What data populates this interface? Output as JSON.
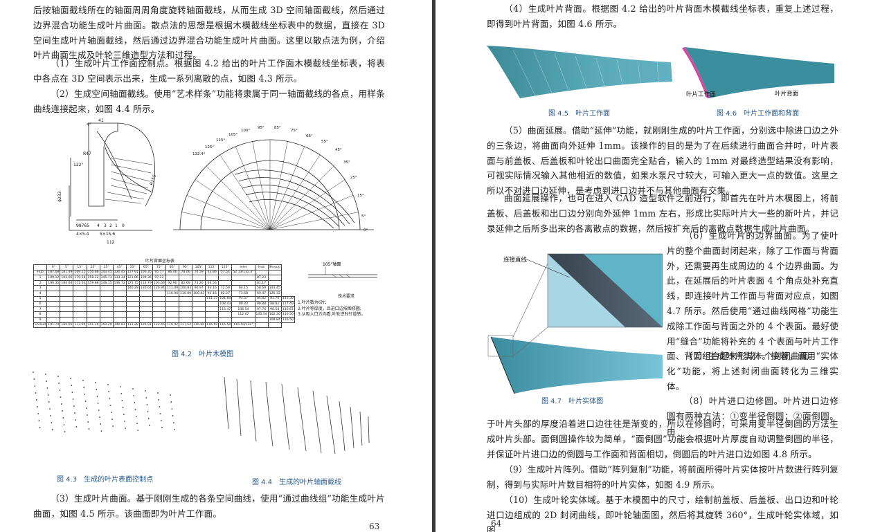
{
  "left_page": {
    "paragraphs": [
      "后按轴面截线所在的轴面周周角度旋转轴面截线，从而生成 3D 空间轴面截线，然后通过边界混合功能生成叶片曲面。散点法的思想是根据木模截线坐标表中的数据，直接在 3D 空间生成叶片轴面截线，然后通过边界混合功能生成叶片曲面。这里以散点法为例，介绍叶片曲面生成及叶轮三维造型方法和过程。",
      "（1）生成叶片工作面控制点。根据图 4.2 给出的叶片工作面木模截线坐标表，将表中各点在 3D 空间表示出来，生成一系列离散的点，如图 4.3 所示。",
      "（2）生成空间轴面截线。使用“艺术样条”功能将隶属于同一轴面截线的各点，用样条曲线连接起来，如图 4.4 所示。",
      "（3）生成叶片曲面。基于刚刚生成的各条空间曲线，使用“通过曲线组”功能生成叶片曲面，如图 4.5 所示。该曲面即为叶片工作面。"
    ],
    "fig42_caption": "图 4.2　叶片木模图",
    "fig43_caption": "图 4.3　生成的叶片表面控制点",
    "fig44_caption": "图 4.4　生成的叶片轴面截线",
    "page_number": "63",
    "drawing": {
      "dims_left": [
        "41",
        "4°",
        "R47",
        "122°",
        "ϕ233",
        "R155",
        "98765",
        "4",
        "3",
        "2",
        "1",
        "0",
        "4×5.4",
        "5×15.6",
        "112"
      ],
      "angles": [
        "0°",
        "5°",
        "15°",
        "25°",
        "35°",
        "45°",
        "55°",
        "65°",
        "75°",
        "85°",
        "95°",
        "100°",
        "105°",
        "115°",
        "125°",
        "132.4°"
      ],
      "plane_label": "105°轴面"
    },
    "table": {
      "title": "叶片背面坐标表",
      "header": [
        "",
        "0°",
        "5°",
        "15°",
        "25°",
        "35°",
        "45°",
        "55°",
        "65°",
        "75°",
        "85°",
        "95°",
        "105°",
        "115°",
        "125°",
        "Inlet",
        "Hub",
        "Shroud"
      ],
      "rows": [
        [
          "Hub",
          "187.68",
          "181.49",
          "169.15",
          "156.88",
          "143.45",
          "130.43",
          "117.91",
          "106.35",
          "95.77",
          "86.40",
          "78.06",
          "70.59",
          "63.86",
          "57.54",
          "52.13/132.4°",
          "",
          ""
        ],
        [
          "1",
          "189.12",
          "183.06",
          "170.58",
          "158.32",
          "145.73",
          "133.34",
          "121.06",
          "109.36",
          "97.22",
          "",
          "",
          "",
          "",
          "",
          "",
          "87.23",
          ""
        ],
        [
          "2",
          "190.35",
          "184.64",
          "172.03",
          "159.88",
          "148.15",
          "136.73",
          "125.75",
          "114.79",
          "103.66",
          "92.90",
          "82.69",
          "73.26",
          "64.56",
          "",
          "",
          "81.17",
          ""
        ],
        [
          "3",
          "",
          "",
          "",
          "",
          "",
          "",
          "140.29",
          "130.64",
          "120.94",
          "111.09",
          "100.83",
          "90.97",
          "83.16",
          "72.59",
          "64.15",
          "58.69",
          "144.45"
        ],
        [
          "4",
          "",
          "",
          "",
          "",
          "",
          "",
          "",
          "",
          "",
          "116.94",
          "110.00",
          "100.42",
          "93.16",
          "82.27",
          "73.68",
          "69.47",
          "126.32"
        ],
        [
          "5",
          "",
          "",
          "",
          "",
          "",
          "",
          "",
          "",
          "",
          "",
          "",
          "",
          "111.37",
          "101.84",
          "93.37",
          "84.82",
          "81.76",
          "113.30"
        ],
        [
          "6",
          "",
          "",
          "",
          "",
          "",
          "",
          "",
          "",
          "",
          "",
          "",
          "",
          "",
          "108.43",
          "99.33",
          "90.88",
          "88.82",
          "117.49"
        ],
        [
          "7",
          "",
          "",
          "",
          "",
          "",
          "",
          "",
          "",
          "",
          "",
          "",
          "",
          "",
          "115.47",
          "106.54",
          "97.75",
          "96.54",
          "116.61"
        ],
        [
          "8",
          "",
          "",
          "",
          "",
          "",
          "",
          "",
          "",
          "",
          "",
          "",
          "",
          "",
          "",
          "112.07",
          "105.54",
          "102.30",
          "116.50"
        ],
        [
          "9",
          "",
          "",
          "",
          "",
          "",
          "",
          "",
          "",
          "",
          "",
          "",
          "",
          "",
          "",
          "",
          "",
          "108.84",
          "116.50"
        ],
        [
          "Shroud",
          "191.74",
          "185.65",
          "173.04",
          "161.20",
          "150.29",
          "140.81",
          "133.20",
          "126.91",
          "122.45",
          "119.42",
          "117.52",
          "116.60",
          "116.50",
          "116.50",
          "116.50/132°",
          "",
          ""
        ]
      ]
    },
    "notes": {
      "title": "技术要求",
      "lines": [
        "1.叶片数为6片;",
        "2.叶片等厚度，且进口边按图修圆;",
        "3.从吸入口方向看,叶轮逆时针旋转。"
      ]
    }
  },
  "right_page": {
    "paragraphs_top": [
      "（4）生成叶片背面。根据图 4.2 给出的叶片背面木模截线坐标表，重复上述过程，即得到叶片背面，如图 4.6 所示。"
    ],
    "fig45_caption": "图 4.5　叶片工作面",
    "fig46_caption": "图 4.6　叶片工作面和背面",
    "fig46_labels": {
      "work": "叶片工作面",
      "back": "叶片背面"
    },
    "paragraphs_mid": [
      "（5）曲面延展。借助“延伸”功能，就刚刚生成的叶片工作面，分别选中除进口边之外的三条边，将曲面向外延伸 1mm。该操作的目的是为了在后续进行曲面合并时，叶片表面与前盖板、后盖板和叶轮出口曲面完全贴合，输入的 1mm 对最终造型结果没有影响，可视实际情况输入其他相近的数值，如果水泵尺寸较大，可输入更大一点的数值。这里之所以不对进口边延伸，是考虑到进口边并不与其他曲面有交集。",
      "曲面延展操作，也可在进入 CAD 造型软件之前进行，即首先在叶片木模图上，将前盖板、后盖板和出口边分别向外延伸 1mm 左右，形成比实际叶片大一些的新叶片，并记录延伸之后所多出来的各离散点的数据，然后按扩充后的离散点数据生成叶片曲面。"
    ],
    "paragraphs_side": [
      "（6）生成叶片的边界曲面。为了使叶片的整个曲面封闭起来，除了工作面与背面外，还需要再生成周边的 4 个边界曲面。为此，在延展后的叶片表面 4 个角点处补充直线，即连接叶片工作面与背面对应点，如图 4.7 所示。然后使用“通过曲线网格”功能生成除工作面与背面之外的 4 个表面。最好使用“缝合”功能将补充的 4 个表面与叶片工作面、背面组合起来形成一个封闭曲面。",
      "（7）生成叶片实体。接着，调用“实体化”功能，将上述封闭曲面转化为三维实体。",
      "（8）叶片进口边修圆。叶片进口边修圆有两种方法：①变半径倒圆；②面倒圆。由"
    ],
    "fig47_caption": "图 4.7　叶片实体图",
    "fig47_label": "连接直线",
    "paragraphs_bottom": [
      "于叶片头部的厚度沿着进口边往往是渐变的，所以在修圆时，可采用变半径倒圆的方法生成叶片头部。面倒圆操作较为简单，“面倒圆”功能会根据叶片厚度自动调整倒圆的半径，并保证叶片进口边的倒圆与工作面和背面相切，倒圆后的叶片进口边如图 4.8 所示。",
      "（9）生成叶片阵列。借助“阵列复制”功能，将前面所得叶片实体按叶片数进行阵列复制，得到与实际叶片数目相符的叶片实体，如图 4.9 所示。",
      "（10）生成叶轮实体域。基于木模图中的尺寸，绘制前盖板、后盖板、出口边和叶轮进口边组成的 2D 封闭曲线，即叶轮轴面图，然后将其旋转 360°，生成叶轮实体域，如图"
    ],
    "page_number": "64"
  },
  "colors": {
    "caption": "#2a5a8a",
    "blade": "#4a9aa6",
    "blade_dark": "#3a3a44",
    "gutter": "#3a3a3a"
  }
}
